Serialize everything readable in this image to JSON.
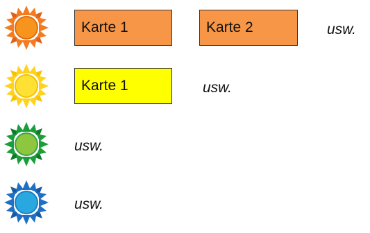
{
  "rows": [
    {
      "id": "orange",
      "colors": {
        "ray": "#f47b20",
        "ray_dark": "#e0611a",
        "disc": "#f7941d",
        "disc_edge": "#e36c0a"
      },
      "cards": [
        {
          "label": "Karte 1",
          "fill": "#f79646"
        },
        {
          "label": "Karte 2",
          "fill": "#f79646"
        }
      ],
      "etc": "usw."
    },
    {
      "id": "yellow",
      "colors": {
        "ray": "#ffd21f",
        "ray_dark": "#f5c400",
        "disc": "#ffe135",
        "disc_edge": "#f2c200"
      },
      "cards": [
        {
          "label": "Karte 1",
          "fill": "#ffff00"
        }
      ],
      "etc": "usw."
    },
    {
      "id": "green",
      "colors": {
        "ray": "#1a9e3a",
        "ray_dark": "#0f7a2a",
        "disc": "#8dc63f",
        "disc_edge": "#3aa34a"
      },
      "cards": [],
      "etc": "usw."
    },
    {
      "id": "blue",
      "colors": {
        "ray": "#1f6fc5",
        "ray_dark": "#165aa3",
        "disc": "#29a8e0",
        "disc_edge": "#1b7fc4"
      },
      "cards": [],
      "etc": "usw."
    }
  ]
}
